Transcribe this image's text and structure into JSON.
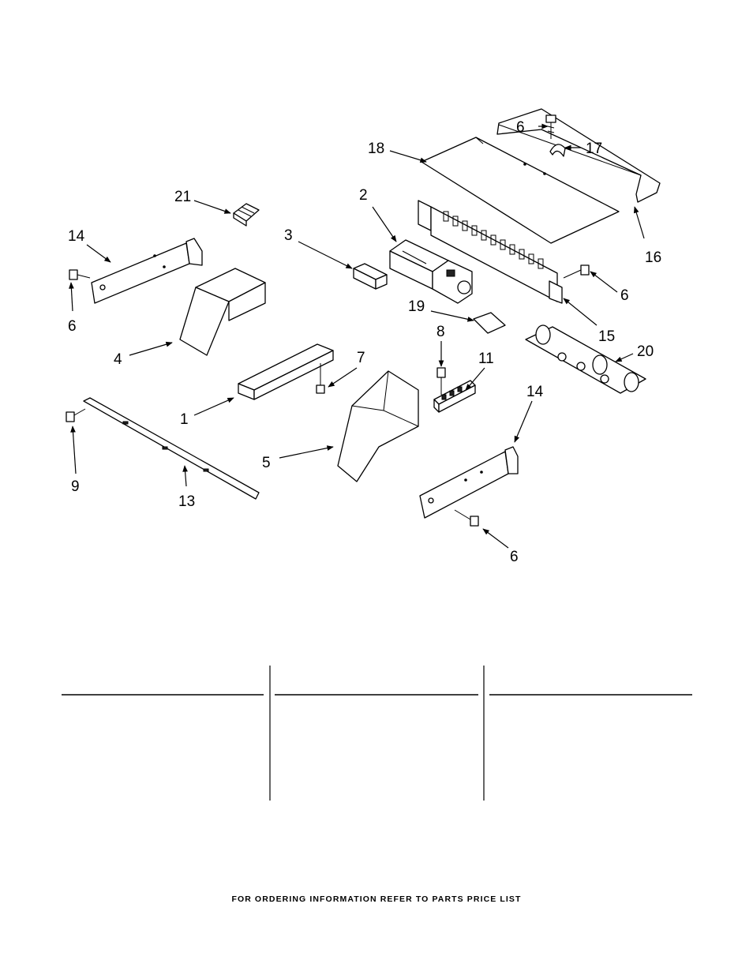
{
  "callouts": {
    "c1": "1",
    "c2": "2",
    "c3": "3",
    "c4": "4",
    "c5": "5",
    "c6a": "6",
    "c6b": "6",
    "c6c": "6",
    "c6d": "6",
    "c7": "7",
    "c8": "8",
    "c9": "9",
    "c11": "11",
    "c13": "13",
    "c14a": "14",
    "c14b": "14",
    "c15": "15",
    "c16": "16",
    "c17": "17",
    "c18": "18",
    "c19": "19",
    "c20": "20",
    "c21": "21"
  },
  "footer": {
    "note": "FOR ORDERING INFORMATION REFER TO PARTS PRICE LIST"
  }
}
